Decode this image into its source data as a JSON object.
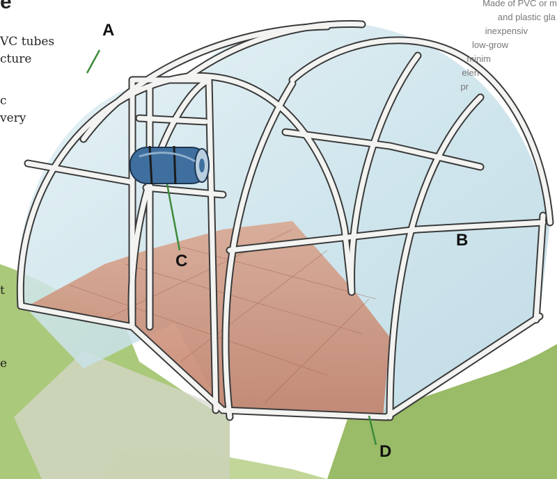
{
  "heading_fragment": "e",
  "left_text_fragments": [
    "VC tubes",
    "cture",
    "c",
    "very",
    "t",
    "e"
  ],
  "caption_fragments": [
    "Made of PVC or m",
    "and plastic gla",
    "inexpensiv",
    "low-grow",
    "minim",
    "elen",
    "pr"
  ],
  "callouts": {
    "a": "A",
    "b": "B",
    "c": "C",
    "d": "D"
  },
  "colors": {
    "frame": "#f2f2f0",
    "frame_outline": "#3a3a3a",
    "floor": "#c98870",
    "glass": "#cfe6ee",
    "grass": "#8fb457",
    "roll": "#3f6f9e"
  }
}
